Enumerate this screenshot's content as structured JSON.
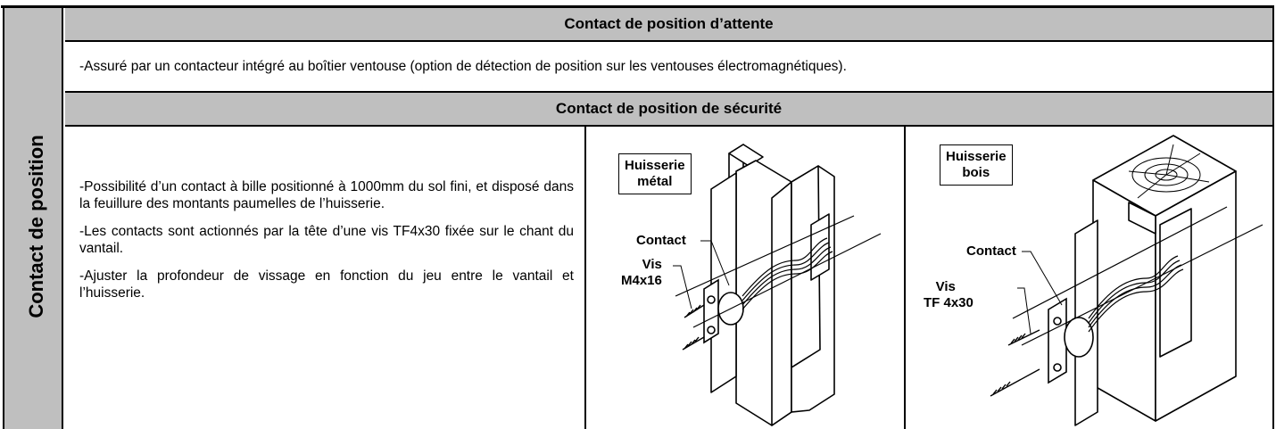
{
  "side_title": "Contact de position",
  "section1": {
    "title": "Contact de position d’attente",
    "text": "-Assuré par un contacteur intégré au boîtier ventouse (option de détection de position sur les ventouses électromagnétiques)."
  },
  "section2": {
    "title": "Contact de position de sécurité",
    "paragraphs": [
      "-Possibilité d’un contact à bille positionné à 1000mm du sol fini, et disposé dans la feuillure des montants paumelles de l’huisserie.",
      "-Les contacts sont actionnés par la tête d’une vis TF4x30 fixée sur le chant du vantail.",
      "-Ajuster la profondeur de vissage en fonction du jeu entre le vantail et l’huisserie."
    ],
    "figure_metal": {
      "title_line1": "Huisserie",
      "title_line2": "métal",
      "contact_label": "Contact",
      "screw_line1": "Vis",
      "screw_line2": "M4x16"
    },
    "figure_bois": {
      "title_line1": "Huisserie",
      "title_line2": "bois",
      "contact_label": "Contact",
      "screw_line1": "Vis",
      "screw_line2": "TF 4x30"
    }
  }
}
